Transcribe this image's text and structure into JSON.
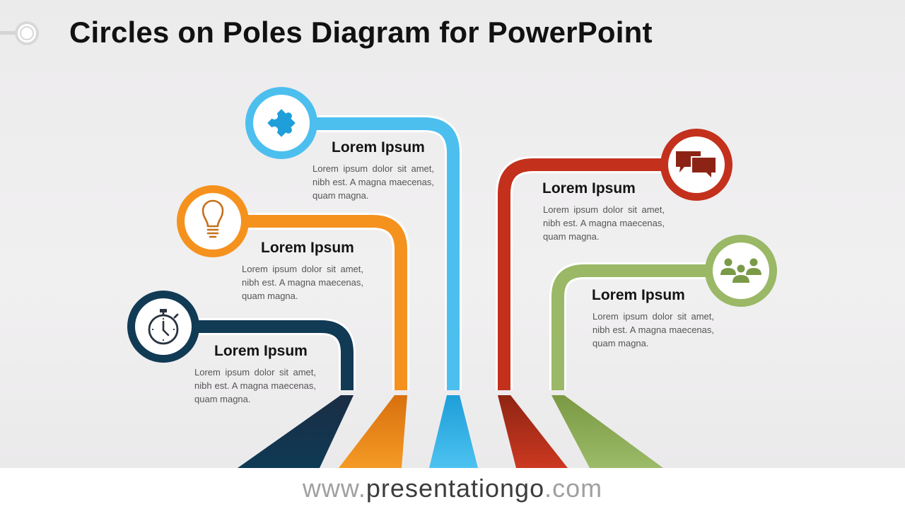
{
  "title": "Circles on Poles Diagram for PowerPoint",
  "items": [
    {
      "id": "puzzle",
      "icon": "puzzle-icon",
      "color": "#4cbfee",
      "heading": "Lorem Ipsum",
      "body": "Lorem ipsum dolor sit amet, nibh est. A magna maecenas, quam magna."
    },
    {
      "id": "lightbulb",
      "icon": "lightbulb-icon",
      "color": "#f5921e",
      "heading": "Lorem Ipsum",
      "body": "Lorem ipsum dolor sit amet, nibh est. A magna maecenas, quam magna."
    },
    {
      "id": "stopwatch",
      "icon": "stopwatch-icon",
      "color": "#113a55",
      "heading": "Lorem Ipsum",
      "body": "Lorem ipsum dolor sit amet, nibh est. A magna maecenas, quam magna."
    },
    {
      "id": "chat",
      "icon": "chat-bubbles-icon",
      "color": "#c3311d",
      "heading": "Lorem Ipsum",
      "body": "Lorem ipsum dolor sit amet, nibh est. A magna maecenas, quam magna."
    },
    {
      "id": "people",
      "icon": "people-group-icon",
      "color": "#9ab865",
      "heading": "Lorem Ipsum",
      "body": "Lorem ipsum dolor sit amet, nibh est. A magna maecenas, quam magna."
    }
  ],
  "footer": {
    "prefix": "www.",
    "brand": "presentationgo",
    "suffix": ".com"
  }
}
